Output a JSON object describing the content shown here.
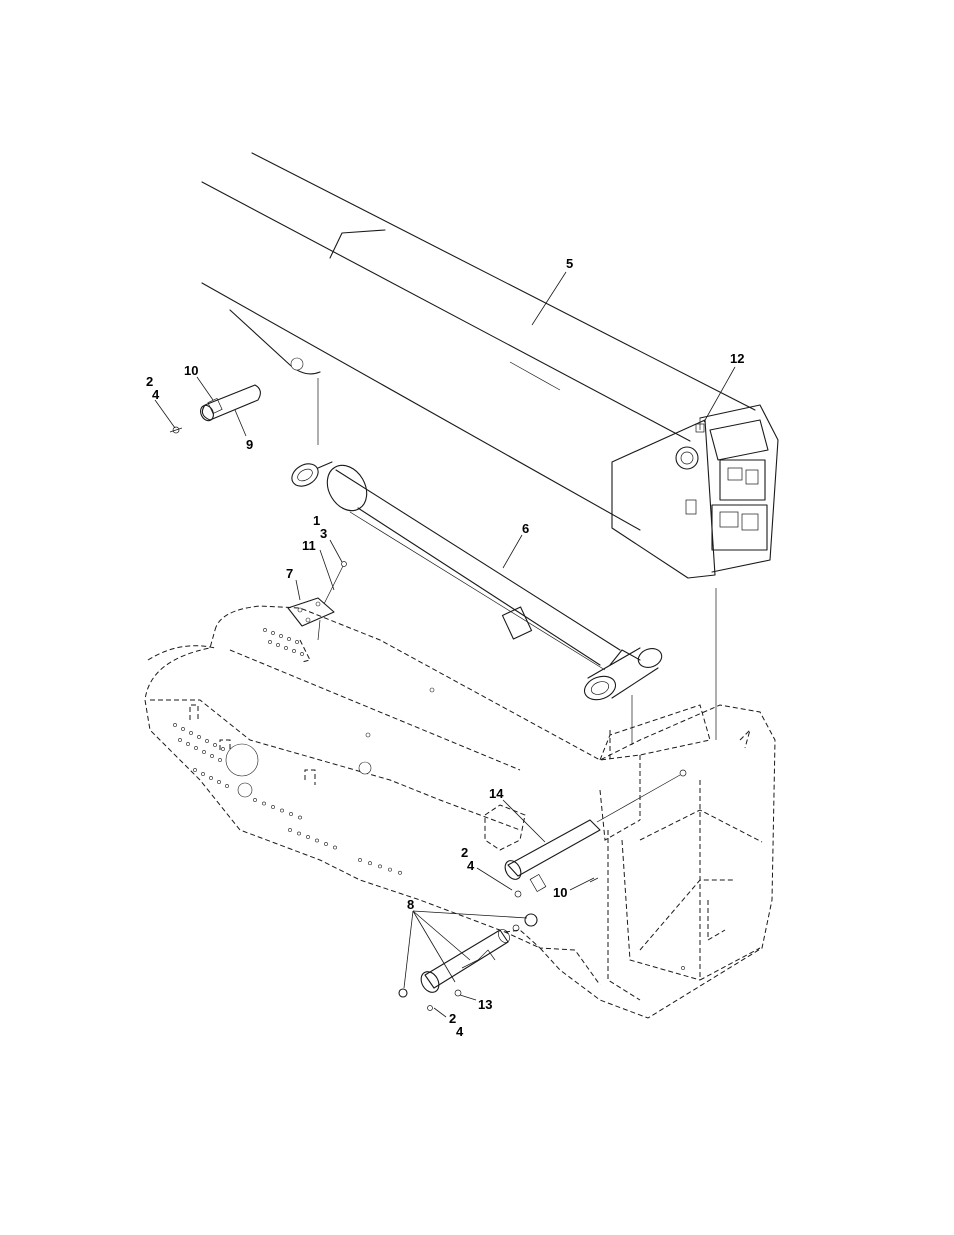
{
  "callouts": {
    "c5": "5",
    "c12": "12",
    "c2a": "2",
    "c4a": "4",
    "c10a": "10",
    "c9": "9",
    "c6": "6",
    "c1": "1",
    "c3": "3",
    "c11": "11",
    "c7": "7",
    "c14": "14",
    "c2b": "2",
    "c4b": "4",
    "c10b": "10",
    "c8": "8",
    "c13": "13",
    "c2c": "2",
    "c4c": "4"
  },
  "colors": {
    "line": "#1a1a1a",
    "background": "#ffffff"
  }
}
